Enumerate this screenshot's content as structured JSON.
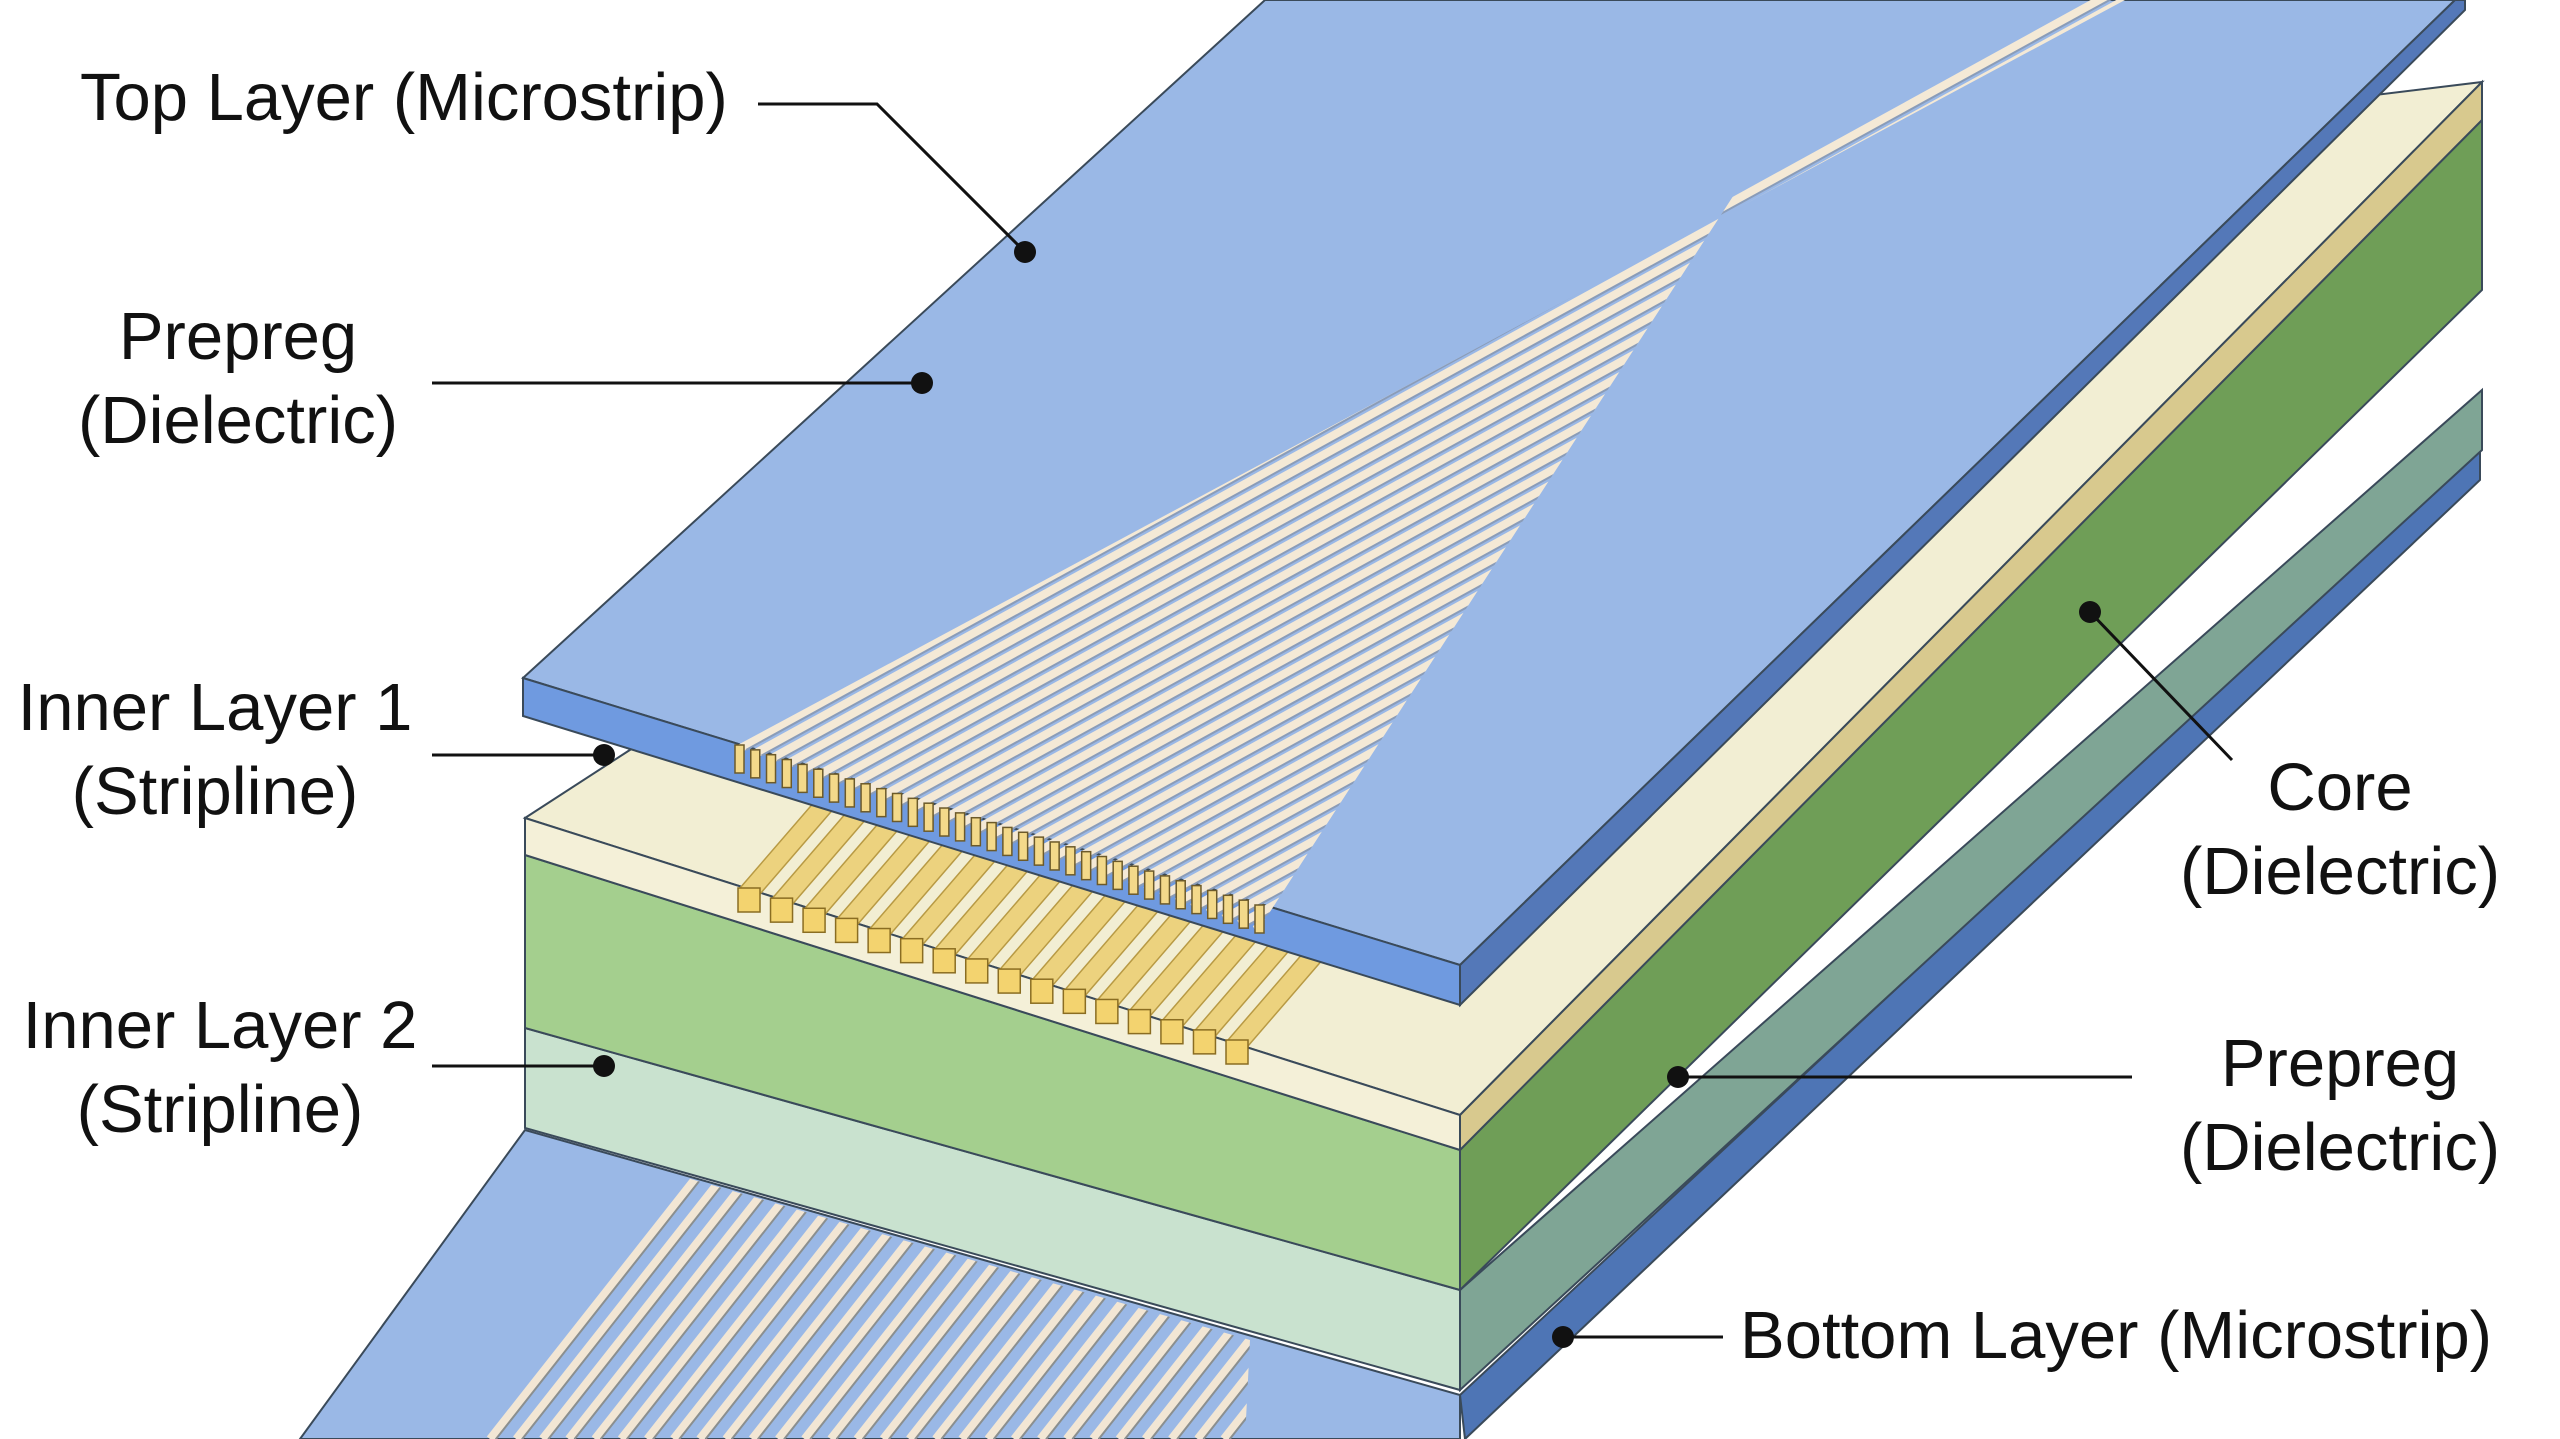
{
  "labels": {
    "top_layer": "Top Layer (Microstrip)",
    "prepreg_top": {
      "line1": "Prepreg",
      "line2": "(Dielectric)"
    },
    "inner_layer_1": {
      "line1": "Inner Layer 1",
      "line2": "(Stripline)"
    },
    "inner_layer_2": {
      "line1": "Inner Layer 2",
      "line2": "(Stripline)"
    },
    "core": {
      "line1": "Core",
      "line2": "(Dielectric)"
    },
    "prepreg_right": {
      "line1": "Prepreg",
      "line2": "(Dielectric)"
    },
    "bottom_layer": "Bottom Layer (Microstrip)"
  },
  "colors": {
    "copper_plane_blue": "#9ab8e6",
    "plane_edge_blue": "#5b87cf",
    "core_cream": "#f2eed3",
    "prepreg_green": "#a4cf8e",
    "prepreg_green_side": "#6f9e57",
    "inner2_mint": "#c9e2cf",
    "trace_gold": "#ecd27e",
    "outline": "#3a4a5a"
  }
}
